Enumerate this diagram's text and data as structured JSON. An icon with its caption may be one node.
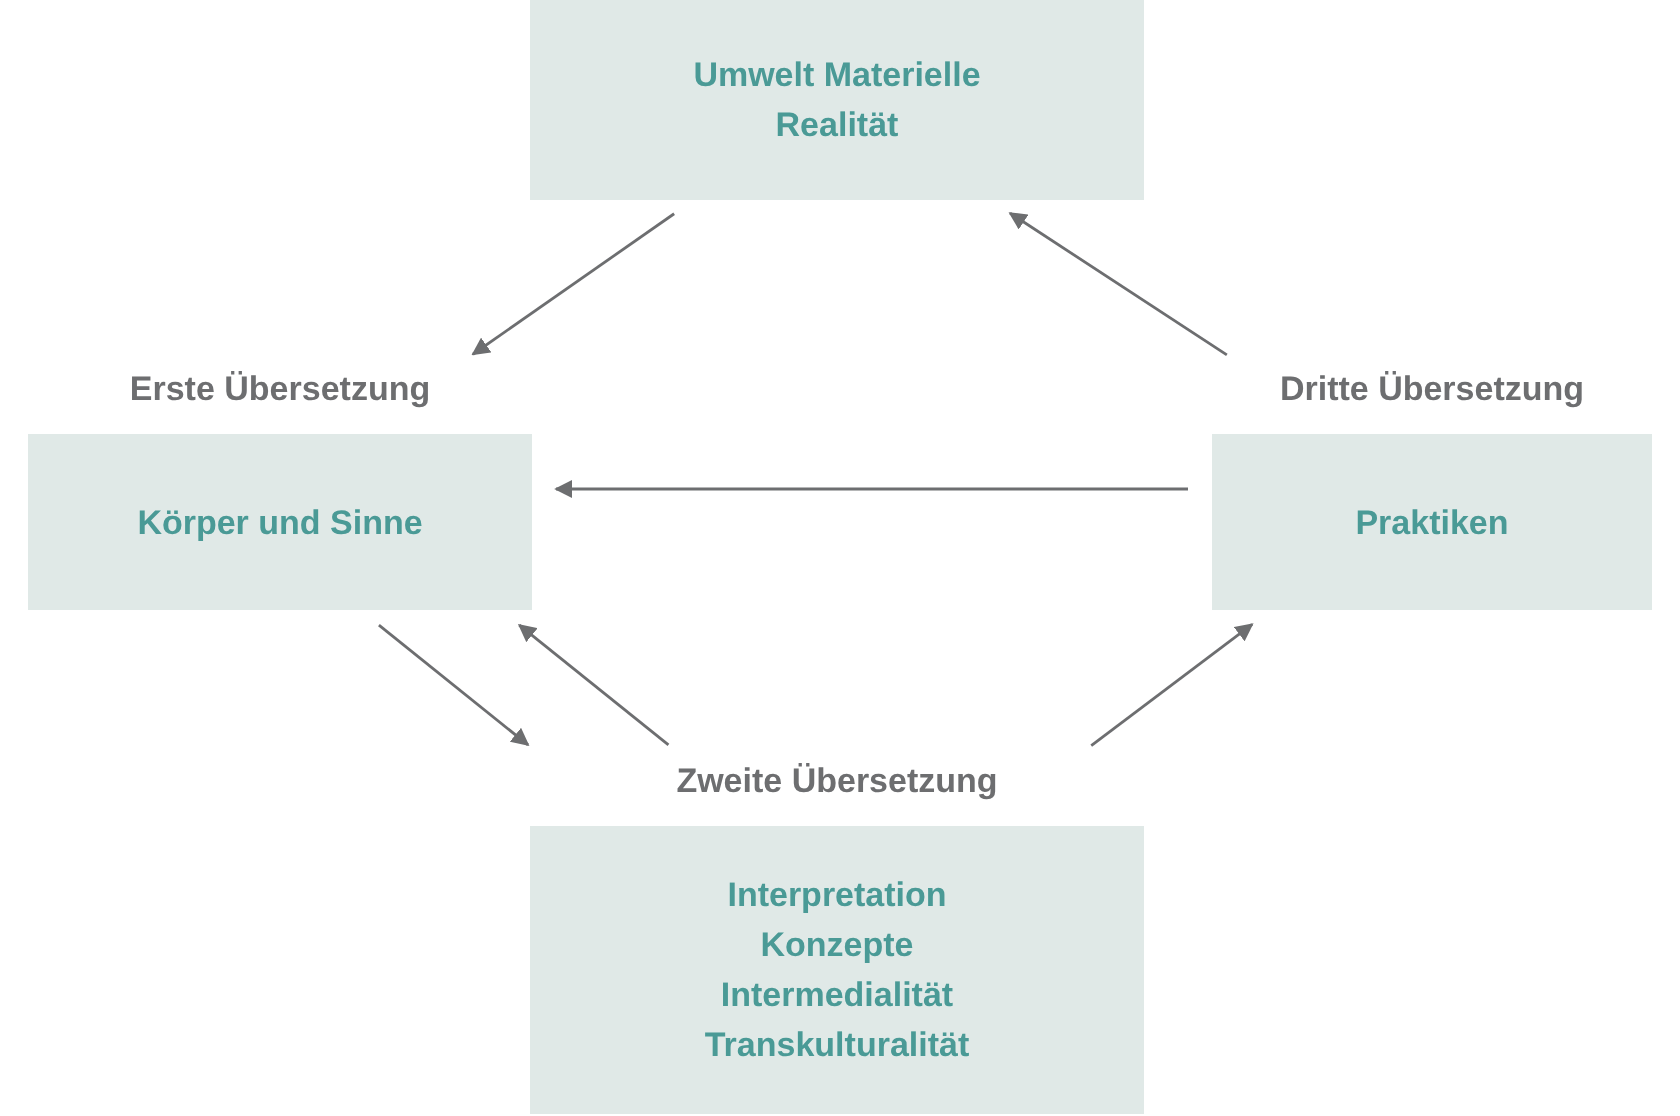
{
  "diagram": {
    "nodes": [
      {
        "text": [
          "Umwelt Materielle Realität"
        ]
      },
      {
        "text": [
          "Erste Übersetzung",
          "Körper und Sinne"
        ]
      },
      {
        "text": [
          "Dritte Übersetzung",
          "Praktiken"
        ]
      },
      {
        "text": [
          "Zweite Übersetzung",
          "Interpretation Konzepte Intermedialität Transkulturalität"
        ]
      }
    ],
    "edges": [
      {
        "from": 0,
        "to": 1,
        "arrow": "to"
      },
      {
        "from": 2,
        "to": 1,
        "arrow": "to"
      },
      {
        "from": 1,
        "to": 3,
        "arrow": "to"
      },
      {
        "from": 3,
        "to": 1,
        "arrow": "to"
      },
      {
        "from": 3,
        "to": 2,
        "arrow": "to"
      },
      {
        "from": 2,
        "to": 0,
        "arrow": "to"
      }
    ]
  }
}
